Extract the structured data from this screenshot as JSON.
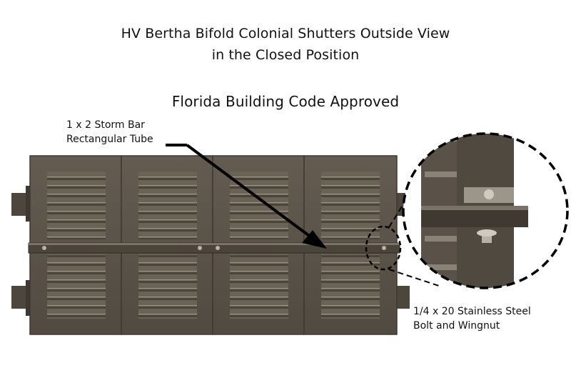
{
  "header": {
    "title_line1": "HV Bertha Bifold Colonial Shutters Outside View",
    "title_line2": "in the Closed Position",
    "subtitle": "Florida Building Code Approved"
  },
  "callouts": {
    "storm_bar_line1": "1 x 2 Storm Bar",
    "storm_bar_line2": "Rectangular Tube",
    "bolt_line1": "1/4 x 20 Stainless Steel",
    "bolt_line2": "Bolt and Wingnut"
  },
  "colors": {
    "shutter": "#5b5349",
    "shutter_dark": "#3e3830",
    "louver_light": "#8f8778",
    "background": "#ffffff",
    "text": "#111111"
  },
  "icons": [
    "arrow-icon",
    "magnifier-circle-icon"
  ]
}
